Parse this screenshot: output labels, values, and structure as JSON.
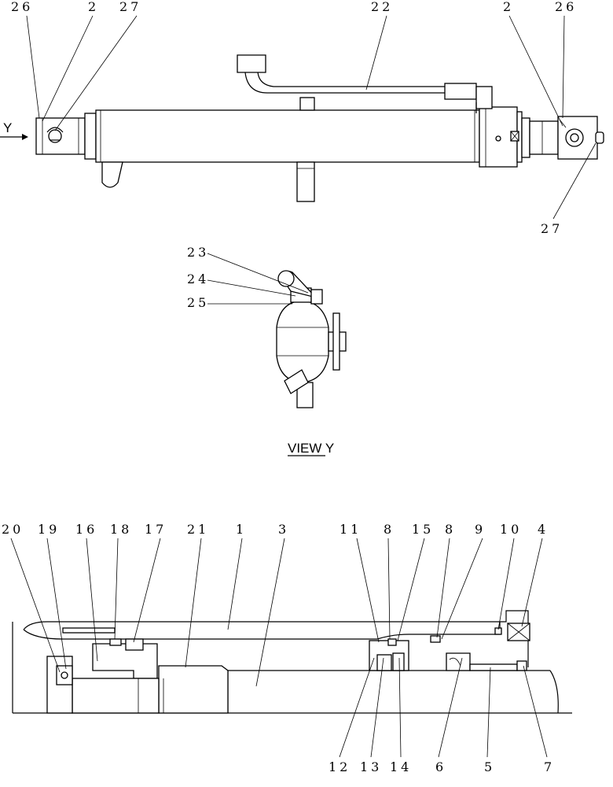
{
  "top_view": {
    "labels": [
      "26",
      "2",
      "27",
      "22",
      "2",
      "26",
      "27"
    ],
    "view_arrow": "Y"
  },
  "view_y": {
    "labels": [
      "23",
      "24",
      "25"
    ],
    "caption": "VIEW  Y"
  },
  "section": {
    "top_labels": [
      "20",
      "19",
      "16",
      "18",
      "17",
      "21",
      "1",
      "3",
      "11",
      "8",
      "15",
      "8",
      "9",
      "10",
      "4"
    ],
    "bottom_labels": [
      "12",
      "13",
      "14",
      "6",
      "5",
      "7"
    ]
  }
}
